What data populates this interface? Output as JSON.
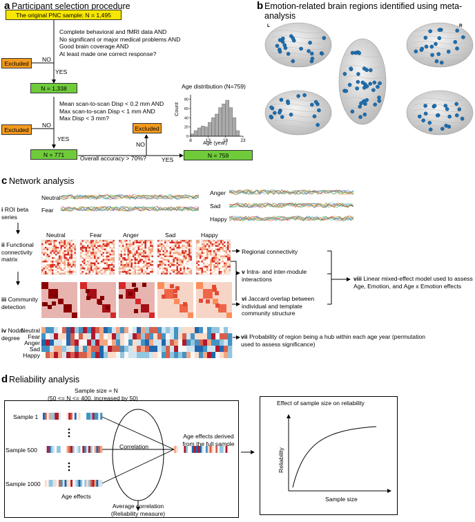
{
  "panel_a": {
    "letter": "a",
    "title": "Participant selection procedure",
    "original_sample": "The original PNC sample: N = 1,495",
    "criteria1": [
      "Complete behavioral and fMRI data AND",
      "No significant or major medical problems AND",
      "Good brain coverage AND",
      "At least made one correct response?"
    ],
    "criteria2": [
      "Mean scan-to-scan Disp < 0.2 mm AND",
      "Max scan-to-scan Disp < 1 mm AND",
      "Max Disp < 3 mm?"
    ],
    "excluded": "Excluded",
    "no": "NO",
    "yes": "YES",
    "n1338": "N = 1,338",
    "n771": "N = 771",
    "n759": "N = 759",
    "accuracy_q": "Overall accuracy > 70%?",
    "hist": {
      "title": "Age distribution (N=759)",
      "ylabel": "Count",
      "xlabel": "Age (year)",
      "yticks": [
        "80",
        "60",
        "40",
        "20",
        "0"
      ],
      "xticks": [
        "8",
        "13",
        "18",
        "23"
      ]
    }
  },
  "chart_data": {
    "type": "bar",
    "title": "Age distribution (N=759)",
    "xlabel": "Age (year)",
    "ylabel": "Count",
    "x": [
      8.5,
      9.5,
      10.5,
      11.5,
      12.5,
      13.5,
      14.5,
      15.5,
      16.5,
      17.5,
      18.5,
      19.5,
      20.5,
      21.5
    ],
    "values": [
      5,
      12,
      18,
      22,
      20,
      30,
      40,
      48,
      62,
      70,
      78,
      62,
      40,
      12
    ],
    "xlim": [
      8,
      23
    ],
    "ylim": [
      0,
      90
    ]
  },
  "panel_b": {
    "letter": "b",
    "title": "Emotion-related brain regions identified using meta-analysis",
    "left": "L",
    "right": "R"
  },
  "panel_c": {
    "letter": "c",
    "title": "Network analysis",
    "step1": {
      "num": "i",
      "text": "ROI beta series"
    },
    "step2": {
      "num": "ii",
      "text": "Functional connectivity matrix"
    },
    "step3": {
      "num": "iii",
      "text": "Community detection"
    },
    "step4": {
      "num": "iv",
      "text": "Nodal degree"
    },
    "series_left": [
      "Neutral",
      "Fear"
    ],
    "series_right": [
      "Anger",
      "Sad",
      "Happy"
    ],
    "matrix_labels": [
      "Neutral",
      "Fear",
      "Anger",
      "Sad",
      "Happy"
    ],
    "heat_rows": [
      "Neutral",
      "Fear",
      "Anger",
      "Sad",
      "Happy"
    ],
    "out_regional": "Regional connectivity",
    "out_v": {
      "num": "v",
      "text": "Intra- and inter-module interactions"
    },
    "out_vi": {
      "num": "vi",
      "text": "Jaccard overlap between individual and template community structure"
    },
    "out_vii": {
      "num": "vii",
      "text": "Probability of region being a hub within each age year (permutation used to assess significance)"
    },
    "out_viii": {
      "num": "viii",
      "text": "Linear mixed-effect model used to assess Age, Emotion, and Age x Emotion effects"
    }
  },
  "panel_d": {
    "letter": "d",
    "title": "Reliability analysis",
    "sample_size": "Sample size = N",
    "sample_range": "(50 <= N <= 400, increased by 50)",
    "samples": [
      "Sample 1",
      "Sample 500",
      "Sample 1000"
    ],
    "age_effects": "Age effects",
    "correlation": "Correlation",
    "full_sample": [
      "Age effects derived",
      "from the full sample"
    ],
    "avg_corr": [
      "Average correlation",
      "(Reliability measure)"
    ],
    "graph_title": "Effect of sample size on reliability",
    "graph_ylabel": "Reliability",
    "graph_xlabel": "Sample size"
  }
}
